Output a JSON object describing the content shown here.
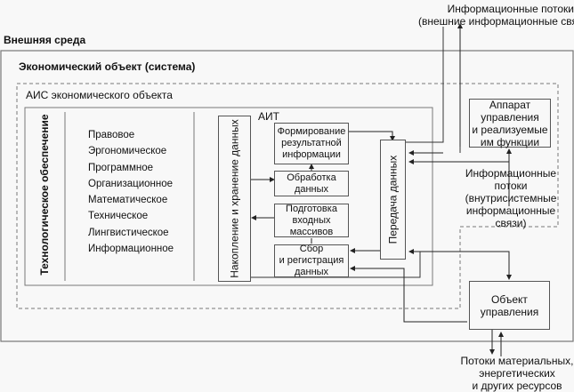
{
  "external_env": {
    "title": "Внешняя среда"
  },
  "economic_object": {
    "title": "Экономический объект (система)"
  },
  "ais": {
    "title": "АИС экономического объекта"
  },
  "tech_support": {
    "title": "Технологическое обеспечение",
    "items": [
      "Правовое",
      "Эргономическое",
      "Программное",
      "Организационное",
      "Математическое",
      "Техническое",
      "Лингвистическое",
      "Информационное"
    ]
  },
  "ait": {
    "title": "АИТ",
    "storage": "Накопление и хранение данных",
    "formation": [
      "Формирование",
      "результатной",
      "информации"
    ],
    "processing": [
      "Обработка",
      "данных"
    ],
    "preparation": [
      "Подготовка",
      "входных",
      "массивов"
    ],
    "collection": [
      "Сбор",
      "и регистрация",
      "данных"
    ],
    "transfer": "Передача данных"
  },
  "management_apparatus": [
    "Аппарат",
    "управления",
    "и реализуемые",
    "им функции"
  ],
  "internal_flows": [
    "Информационные",
    "потоки",
    "(внутрисистемные",
    "информационные",
    "связи)"
  ],
  "external_flows": [
    "Информационные потоки",
    "(внешние информационные связи"
  ],
  "managed_object": [
    "Объект",
    "управления"
  ],
  "resource_flows": [
    "Потоки материальных,",
    "энергетических",
    "и других ресурсов"
  ]
}
